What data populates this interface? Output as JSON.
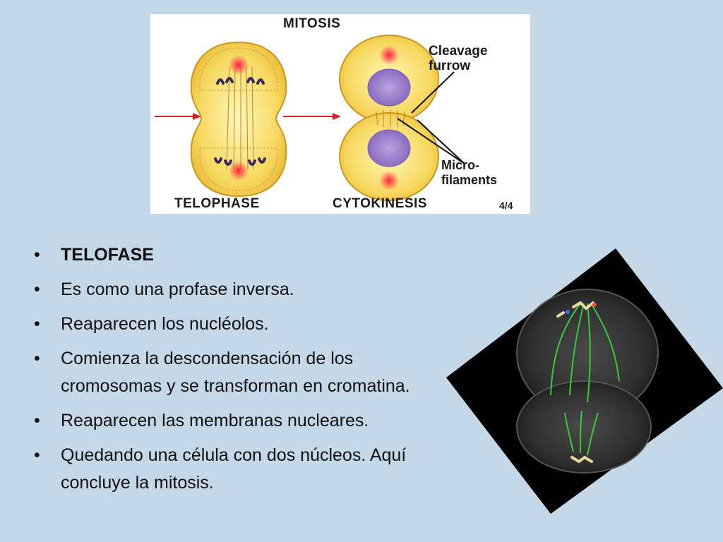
{
  "diagram": {
    "title": "MITOSIS",
    "cleavage_line1": "Cleavage",
    "cleavage_line2": "furrow",
    "micro_line1": "Micro-",
    "micro_line2": "filaments",
    "left_label": "TELOPHASE",
    "right_label": "CYTOKINESIS",
    "page_indicator": "4/4"
  },
  "bullets": {
    "marker": "•",
    "items": [
      "TELOFASE",
      "Es como una profase inversa.",
      "Reaparecen los nucléolos.",
      "Comienza la descondensación de los cromosomas y se transforman en cromatina.",
      "Reaparecen las membranas nucleares.",
      "Quedando una célula con dos núcleos. Aquí concluye la mitosis."
    ]
  },
  "colors": {
    "background": "#c5d8e8",
    "cell_yellow": "#f5d560",
    "nucleus_purple": "#9b7fc8",
    "arrow_red": "#e02020",
    "spindle_green": "#3cc83c"
  }
}
